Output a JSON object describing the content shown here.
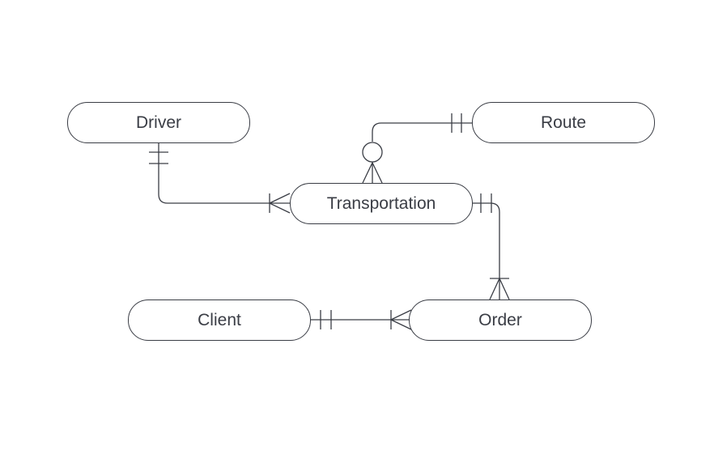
{
  "entities": {
    "driver": "Driver",
    "route": "Route",
    "transportation": "Transportation",
    "client": "Client",
    "order": "Order"
  },
  "relationships": [
    {
      "from": "Driver",
      "from_cardinality": "one-and-only-one",
      "to": "Transportation",
      "to_cardinality": "one-or-many"
    },
    {
      "from": "Route",
      "from_cardinality": "one-and-only-one",
      "to": "Transportation",
      "to_cardinality": "zero-or-many"
    },
    {
      "from": "Transportation",
      "from_cardinality": "one-and-only-one",
      "to": "Order",
      "to_cardinality": "one-or-many"
    },
    {
      "from": "Client",
      "from_cardinality": "one-and-only-one",
      "to": "Order",
      "to_cardinality": "one-or-many"
    }
  ],
  "colors": {
    "stroke": "#3a3d45",
    "background": "#ffffff"
  }
}
